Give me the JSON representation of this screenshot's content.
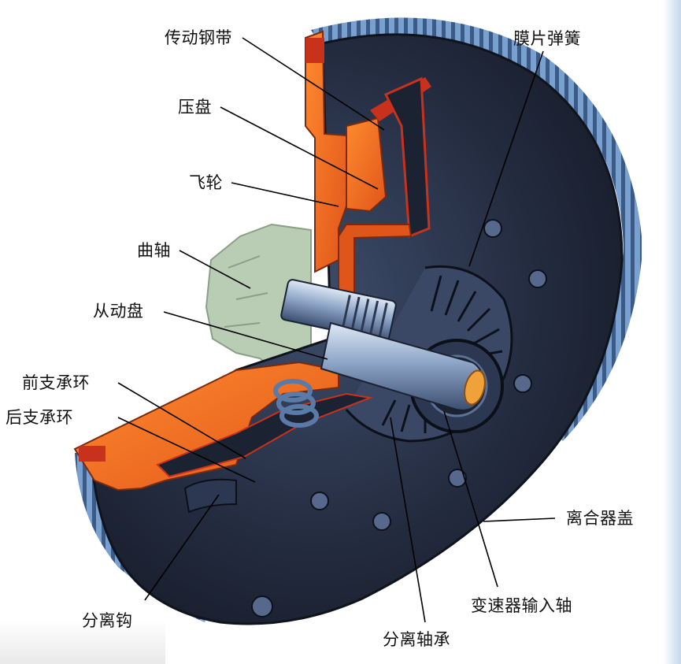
{
  "labels": {
    "drive_strap": "传动钢带",
    "pressure_plate": "压盘",
    "flywheel": "飞轮",
    "crankshaft": "曲轴",
    "driven_disc": "从动盘",
    "front_pivot_ring": "前支承环",
    "rear_pivot_ring": "后支承环",
    "release_fork": "分离钩",
    "diaphragm_spring": "膜片弹簧",
    "clutch_cover": "离合器盖",
    "transmission_input_shaft": "变速器输入轴",
    "release_bearing": "分离轴承"
  },
  "colors": {
    "housing_dark": "#1c2233",
    "housing_mid": "#2e3a52",
    "housing_light": "#5a6f94",
    "section_orange": "#f26a1e",
    "section_red": "#c8321c",
    "gear_teeth": "#6f93c0",
    "shaft_light": "#a9bedc",
    "crankshaft_green": "#b9ccb4",
    "shaft_end": "#f0a23a"
  }
}
